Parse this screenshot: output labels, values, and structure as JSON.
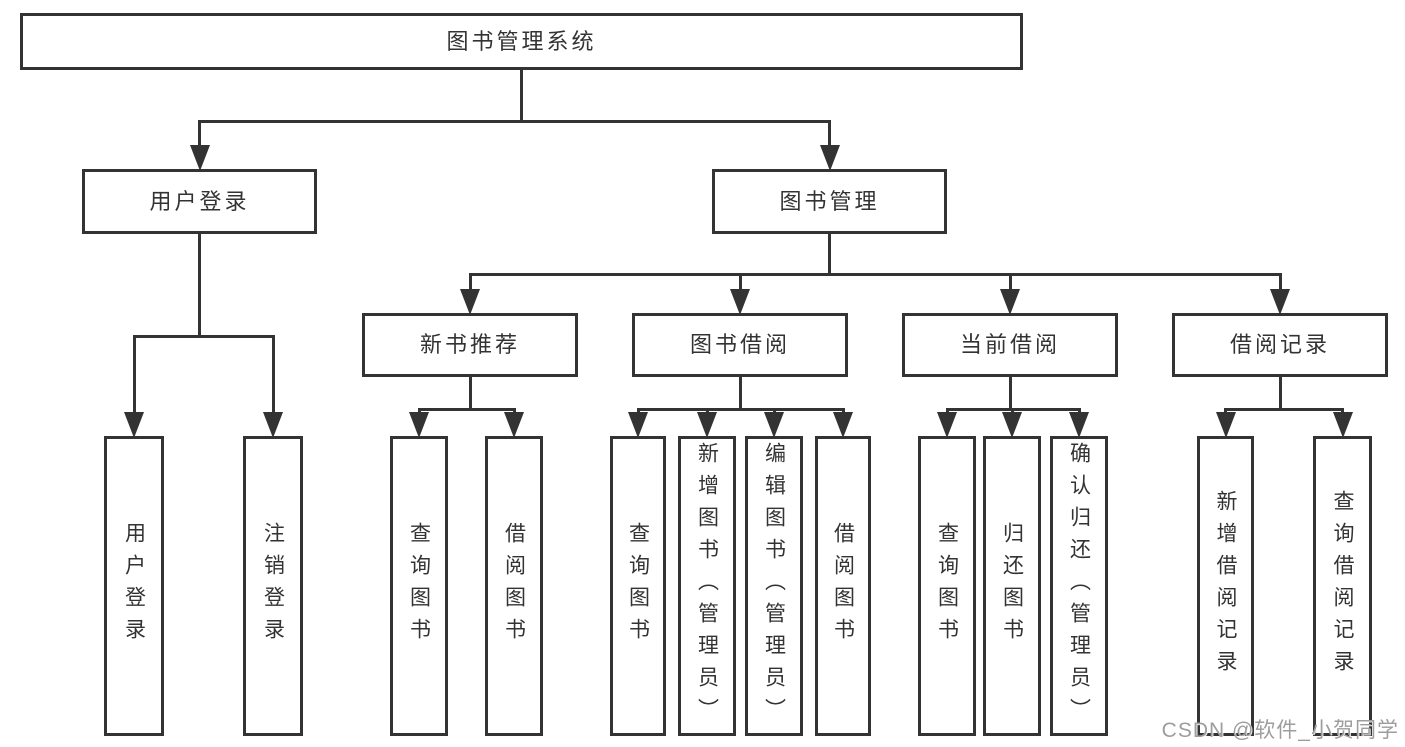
{
  "diagram": {
    "nodes": [
      {
        "id": "root",
        "label": "图书管理系统",
        "parent": null,
        "vertical": false
      },
      {
        "id": "user-login",
        "label": "用户登录",
        "parent": "root",
        "vertical": false
      },
      {
        "id": "book-mgmt",
        "label": "图书管理",
        "parent": "root",
        "vertical": false
      },
      {
        "id": "new-book-rec",
        "label": "新书推荐",
        "parent": "book-mgmt",
        "vertical": false
      },
      {
        "id": "book-borrow",
        "label": "图书借阅",
        "parent": "book-mgmt",
        "vertical": false
      },
      {
        "id": "current-borrow",
        "label": "当前借阅",
        "parent": "book-mgmt",
        "vertical": false
      },
      {
        "id": "borrow-records",
        "label": "借阅记录",
        "parent": "book-mgmt",
        "vertical": false
      },
      {
        "id": "login",
        "label": "用户登录",
        "parent": "user-login",
        "vertical": true
      },
      {
        "id": "logout",
        "label": "注销登录",
        "parent": "user-login",
        "vertical": true
      },
      {
        "id": "query-book-1",
        "label": "查询图书",
        "parent": "new-book-rec",
        "vertical": true
      },
      {
        "id": "borrow-book-1",
        "label": "借阅图书",
        "parent": "new-book-rec",
        "vertical": true
      },
      {
        "id": "query-book-2",
        "label": "查询图书",
        "parent": "book-borrow",
        "vertical": true
      },
      {
        "id": "add-book",
        "label": "新增图书（管理员）",
        "parent": "book-borrow",
        "vertical": true
      },
      {
        "id": "edit-book",
        "label": "编辑图书（管理员）",
        "parent": "book-borrow",
        "vertical": true
      },
      {
        "id": "borrow-book-2",
        "label": "借阅图书",
        "parent": "book-borrow",
        "vertical": true
      },
      {
        "id": "query-book-3",
        "label": "查询图书",
        "parent": "current-borrow",
        "vertical": true
      },
      {
        "id": "return-book",
        "label": "归还图书",
        "parent": "current-borrow",
        "vertical": true
      },
      {
        "id": "confirm-return",
        "label": "确认归还（管理员）",
        "parent": "current-borrow",
        "vertical": true
      },
      {
        "id": "add-borrow-record",
        "label": "新增借阅记录",
        "parent": "borrow-records",
        "vertical": true
      },
      {
        "id": "query-borrow-record",
        "label": "查询借阅记录",
        "parent": "borrow-records",
        "vertical": true
      }
    ],
    "colors": {
      "line": "#333333",
      "text": "#333333",
      "background": "#ffffff",
      "watermark_text": "#9d9d9d"
    }
  },
  "watermark": {
    "text": "CSDN @软件_小贺同学"
  }
}
